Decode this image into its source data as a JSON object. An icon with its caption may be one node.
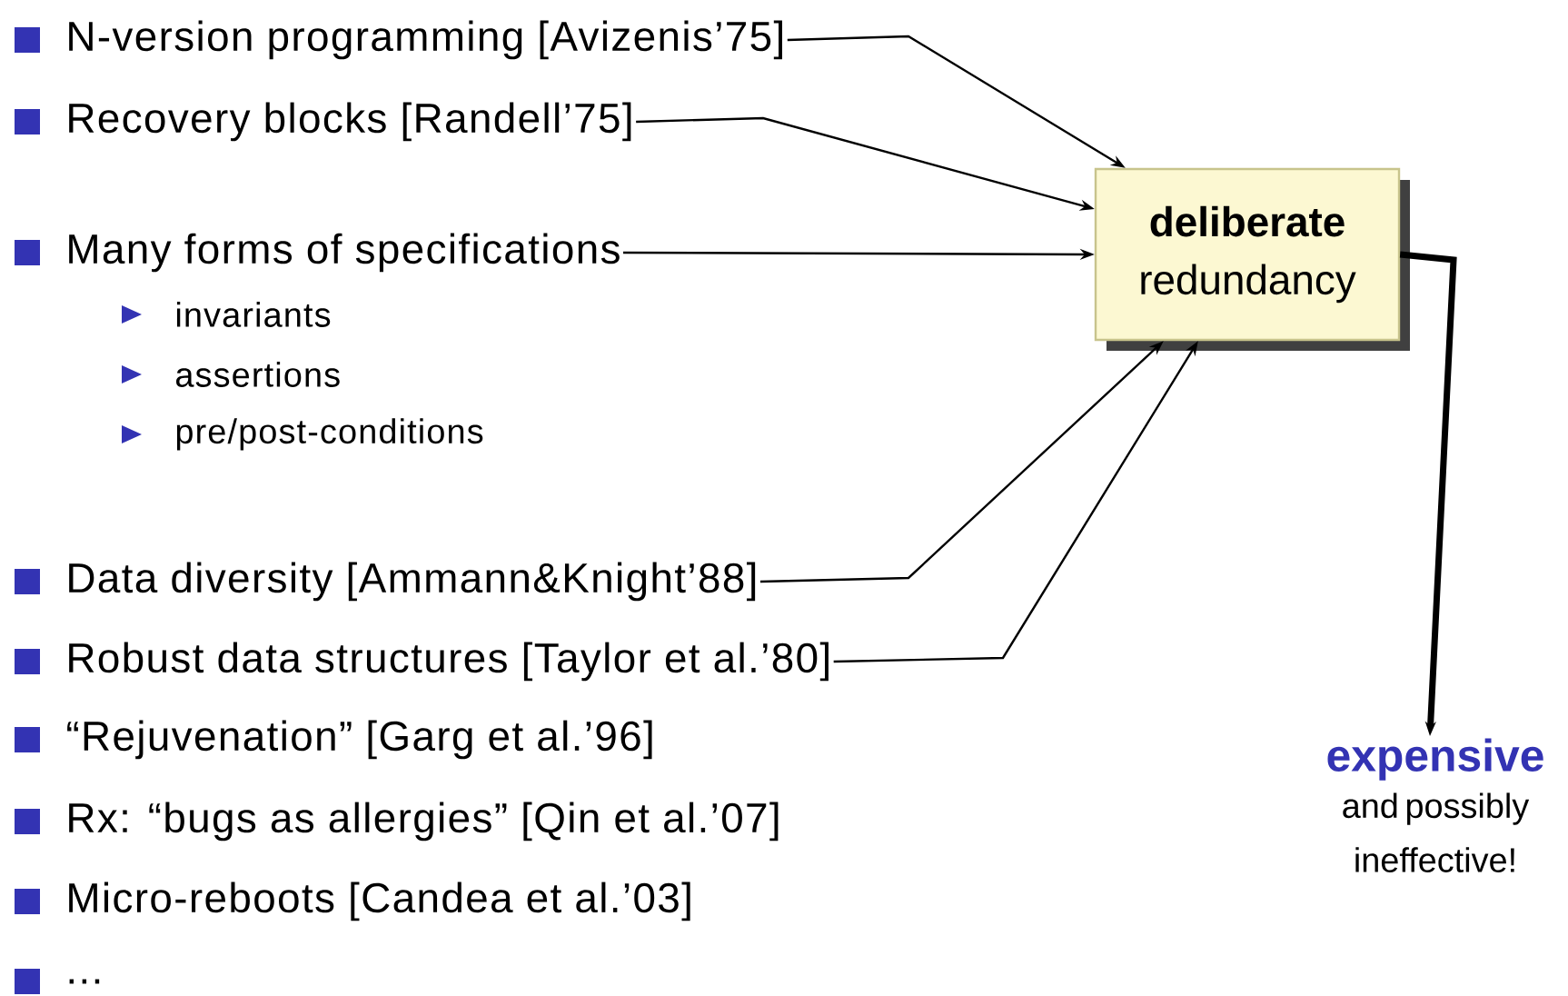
{
  "diagram": {
    "nodes": [
      {
        "text": [
          "N-version programming [Avizenis’75]"
        ]
      },
      {
        "text": [
          "Recovery blocks [Randell’75]"
        ]
      },
      {
        "text": [
          "Many forms of specifications"
        ]
      },
      {
        "text": [
          "Data diversity [Ammann&Knight’88]"
        ]
      },
      {
        "text": [
          "Robust data structures [Taylor et al.’80]"
        ]
      },
      {
        "text": [
          "deliberate",
          "redundancy"
        ]
      },
      {
        "text": [
          "expensive",
          "and possibly ineffective!"
        ]
      }
    ],
    "edges": [
      {
        "from": 0,
        "to": 5,
        "arrow": "to"
      },
      {
        "from": 1,
        "to": 5,
        "arrow": "to"
      },
      {
        "from": 2,
        "to": 5,
        "arrow": "to"
      },
      {
        "from": 3,
        "to": 5,
        "arrow": "to"
      },
      {
        "from": 4,
        "to": 5,
        "arrow": "to"
      },
      {
        "from": 5,
        "to": 6,
        "arrow": "to",
        "style": "thick"
      }
    ],
    "labels": [
      "invariants",
      "assertions",
      "pre/post-conditions",
      "“Rejuvenation” [Garg et al.’96]",
      "Rx: “bugs as allergies” [Qin et al.’07]",
      "Micro-reboots [Candea et al.’03]",
      "..."
    ]
  }
}
